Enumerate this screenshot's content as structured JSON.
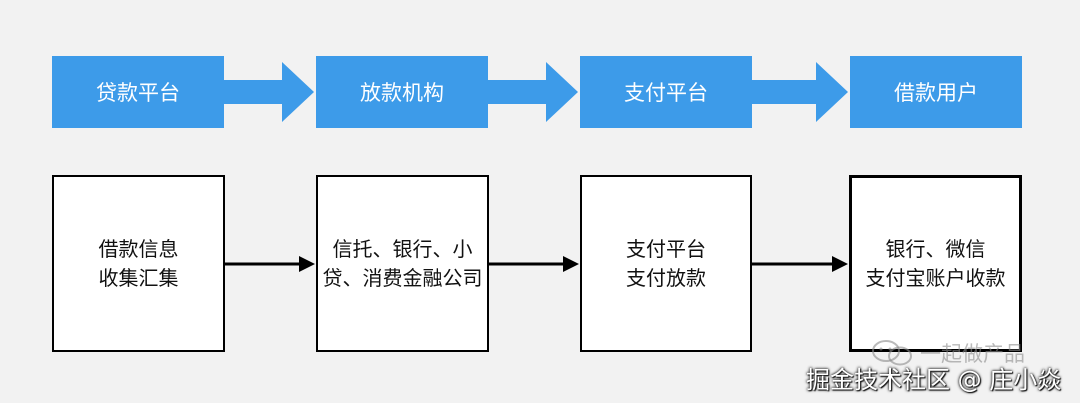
{
  "flow": {
    "headers": [
      "贷款平台",
      "放款机构",
      "支付平台",
      "借款用户"
    ],
    "details": [
      [
        "借款信息",
        "收集汇集"
      ],
      [
        "信托、银行、小",
        "贷、消费金融公司"
      ],
      [
        "支付平台",
        "支付放款"
      ],
      [
        "银行、微信",
        "支付宝账户收款"
      ]
    ]
  },
  "colors": {
    "header_bg": "#3d9be9",
    "arrow": "#3d9be9",
    "connector": "#000000",
    "background": "#f2f2f2"
  },
  "watermark": {
    "brand": "一起做产品",
    "source": "掘金技术社区 @ 庄小焱",
    "icon": "wechat-icon"
  }
}
